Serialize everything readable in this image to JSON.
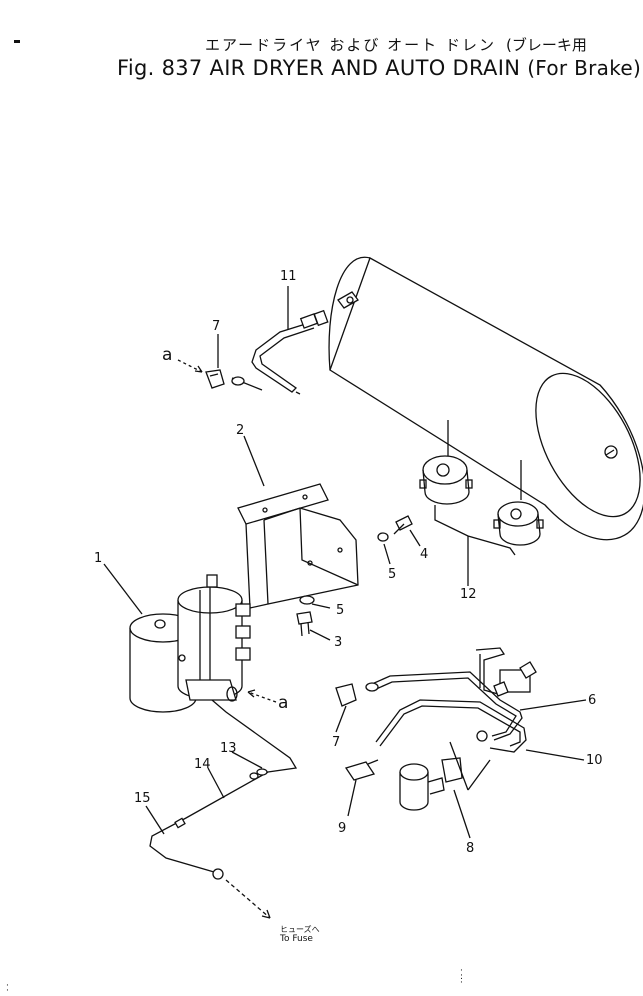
{
  "title": {
    "japanese": "エアードライヤ および オート ドレン",
    "japanese_paren": "(ブレーキ用",
    "english": "Fig. 837 AIR DRYER AND AUTO DRAIN",
    "english_paren": "(For Brake)"
  },
  "callouts": {
    "n1": "1",
    "n2": "2",
    "n3": "3",
    "n4": "4",
    "n5a": "5",
    "n5b": "5",
    "n6": "6",
    "n7a": "7",
    "n7b": "7",
    "n8": "8",
    "n9": "9",
    "n10": "10",
    "n11": "11",
    "n12": "12",
    "n13": "13",
    "n14": "14",
    "n15": "15",
    "a1": "a",
    "a2": "a"
  },
  "fuse_note": {
    "japanese": "ヒューズへ",
    "english": "To Fuse"
  }
}
